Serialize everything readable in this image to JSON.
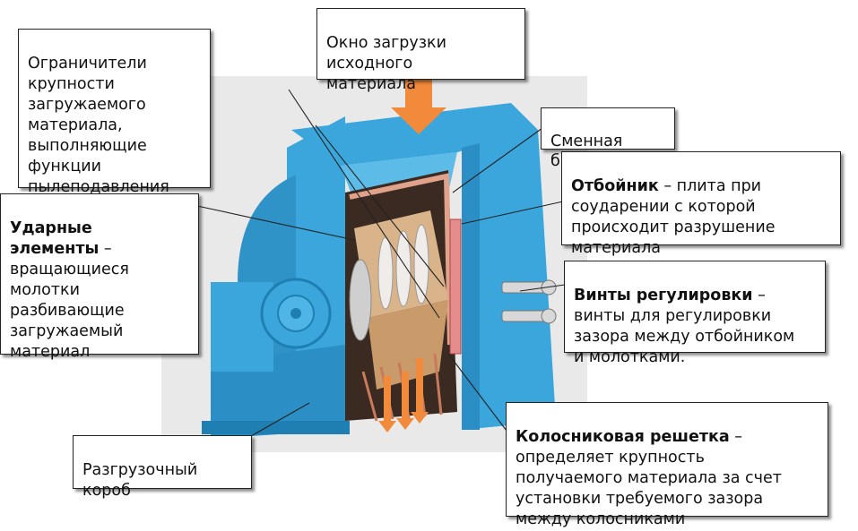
{
  "callouts": {
    "feed_window": {
      "text": "Окно загрузки\nисходного\nматериала"
    },
    "limiters": {
      "text": "Ограничители\nкрупности\nзагружаемого\nматериала,\nвыполняющие\nфункции\nпылеподавления"
    },
    "liner": {
      "text": "Сменная\nброня"
    },
    "breaker": {
      "term": "Отбойник",
      "desc": " – плита при\nсоударении с которой\nпроисходит разрушение\nматериала"
    },
    "impact": {
      "term": "Ударные\nэлементы",
      "desc": " –\nвращающиеся\nмолотки\nразбивающие\nзагружаемый\nматериал"
    },
    "screws": {
      "term": "Винты регулировки",
      "desc": " –\nвинты для регулировки\nзазора между отбойником\nи молотками."
    },
    "grate": {
      "term": "Колосниковая решетка",
      "desc": " –\nопределяет крупность\nполучаемого материала за счет\nустановки требуемого зазора\nмежду колосниками"
    },
    "discharge": {
      "text": "Разгрузочный\nкороб"
    }
  },
  "colors": {
    "housing": "#3aa6dc",
    "housing_dark": "#1f7fb2",
    "liner": "#e0a28a",
    "hammers": "#d9b48a",
    "arrow": "#f28a3c",
    "leader": "#222222"
  }
}
